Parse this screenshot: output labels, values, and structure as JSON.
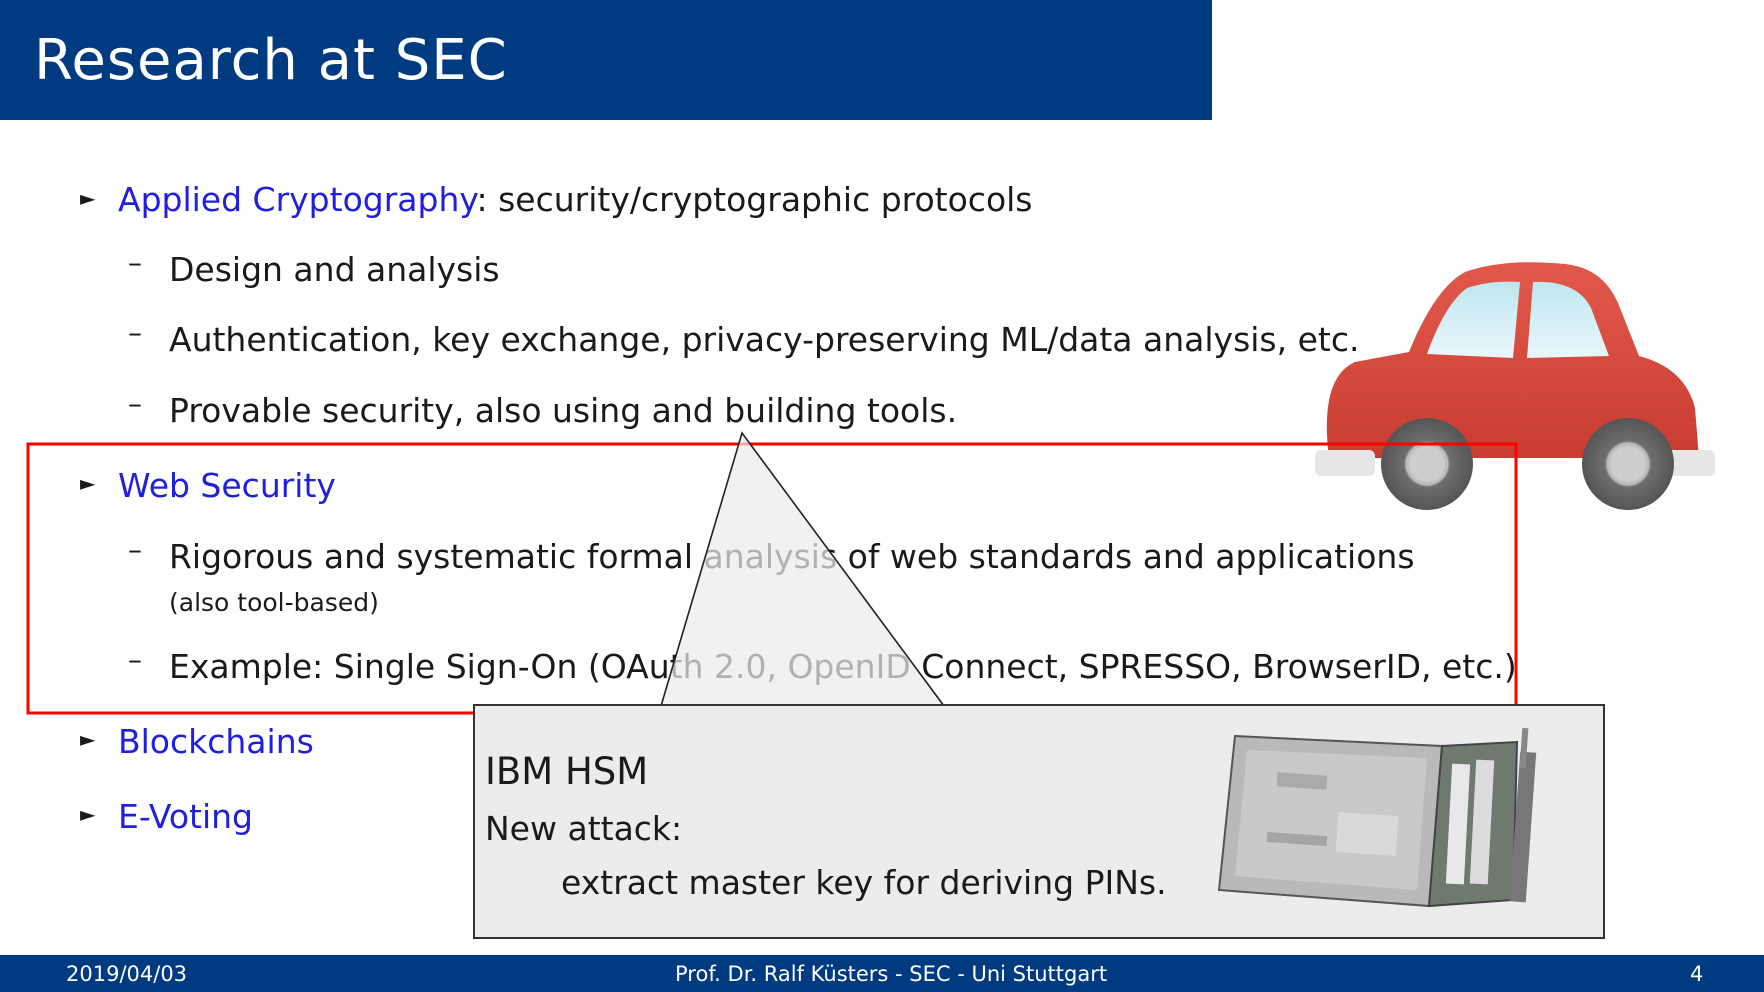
{
  "slide": {
    "title": "Research at SEC",
    "bullets": [
      {
        "topic": "Applied Cryptography",
        "rest": ": security/cryptographic protocols",
        "subs": [
          "Design and analysis",
          "Authentication, key exchange, privacy-preserving ML/data analysis, etc.",
          "Provable security, also using and building tools."
        ]
      },
      {
        "topic": "Web Security",
        "subs": [
          "Rigorous and systematic formal analysis of web standards and applications",
          "Example: Single Sign-On (OAuth 2.0, OpenID Connect, SPRESSO, BrowserID, etc.)"
        ],
        "sub_note": "(also tool-based)"
      },
      {
        "topic": "Blockchains"
      },
      {
        "topic": "E-Voting"
      }
    ]
  },
  "callout": {
    "title": "IBM HSM",
    "line1": "New attack:",
    "line2": "extract master key for deriving PINs."
  },
  "footer": {
    "date": "2019/04/03",
    "author": "Prof. Dr. Ralf Küsters - SEC - Uni Stuttgart",
    "page": "4"
  },
  "colors": {
    "header_bg": "#003a80",
    "topic_blue": "#1f1fe0",
    "highlight_box": "#ff0000",
    "callout_bg": "#ececec",
    "car_body": "#d9473a"
  },
  "icons": [
    "car-icon",
    "hsm-card-image"
  ]
}
